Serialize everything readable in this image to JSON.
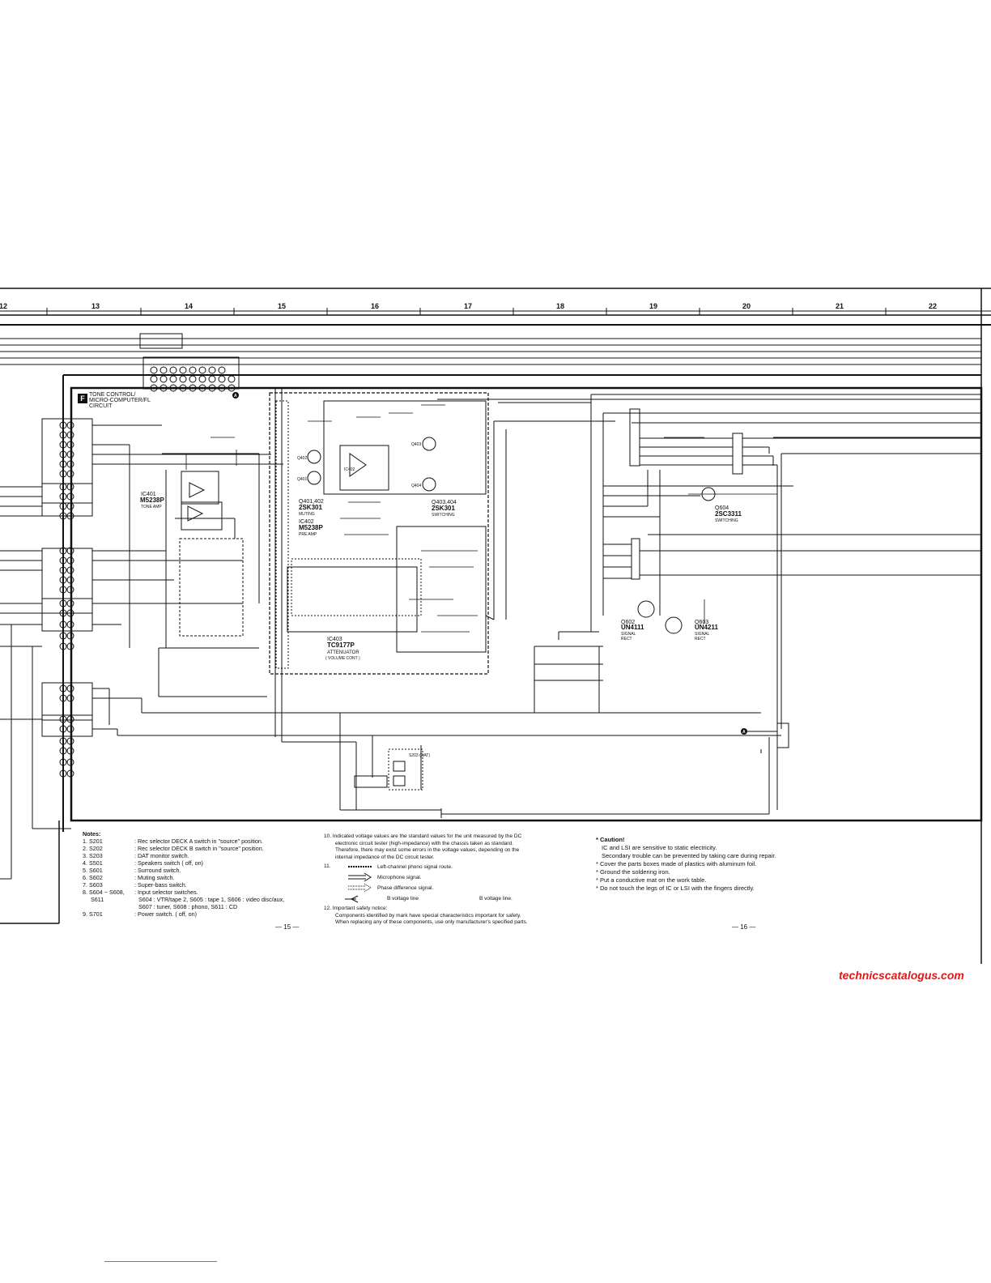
{
  "ruler": {
    "numbers": [
      "12",
      "13",
      "14",
      "15",
      "16",
      "17",
      "18",
      "19",
      "20",
      "21",
      "22"
    ]
  },
  "block": {
    "letter": "F",
    "title_line1": "TONE CONTROL/",
    "title_line2": "MICRO-COMPUTER/FL",
    "title_line3": "CIRCUIT"
  },
  "components": {
    "ic401": "IC401",
    "ic401_part": "M5238P",
    "ic401_desc": "TONE AMP",
    "q401_402": "Q401,402",
    "q401_part": "2SK301",
    "q401_desc": "MUTING",
    "ic402": "IC402",
    "ic402_part": "M5238P",
    "ic402_desc": "PRE AMP",
    "q403_404": "Q403,404",
    "q403_part": "2SK301",
    "q403_desc": "SWITCHING",
    "ic403": "IC403",
    "ic403_part": "TC9177P",
    "ic403_desc1": "ATTENUATOR",
    "ic403_desc2": "( VOLUME CONT )",
    "q604": "Q604",
    "q604_part": "2SC3311",
    "q604_desc": "SWITCHING",
    "q602": "Q602",
    "q602_part": "UN4111",
    "q602_desc1": "SIGNAL",
    "q602_desc2": "RECT",
    "q603": "Q603",
    "q603_part": "UN4211",
    "q603_desc1": "SIGNAL",
    "q603_desc2": "RECT",
    "s203": "S203 (DAT)",
    "q402_tag": "Q402",
    "q401_tag": "Q401",
    "q403_tag": "Q403",
    "q404_tag": "Q404",
    "ic402_tag": "IC402"
  },
  "notes": {
    "heading": "Notes:",
    "items": [
      {
        "key": "1. S201",
        "text": ": Rec selector DECK A switch in \"source\" position."
      },
      {
        "key": "2. S202",
        "text": ": Rec selector DECK B switch in \"source\" position."
      },
      {
        "key": "3. S203",
        "text": ": DAT monitor switch."
      },
      {
        "key": "4. S501",
        "text": ": Speakers switch (  off,   on)"
      },
      {
        "key": "5. S601",
        "text": ": Surround switch."
      },
      {
        "key": "6. S602",
        "text": ": Muting switch."
      },
      {
        "key": "7. S603",
        "text": ": Super-bass switch."
      },
      {
        "key": "8. S604 ~ S608,",
        "text": ": Input selector switches."
      },
      {
        "key": "S611",
        "text": "S604 : VTR/tape 2,  S605 : tape 1,  S606 : video disc/aux,"
      },
      {
        "key": "",
        "text": "S607 : tuner,  S608 : phono,  S611 : CD"
      },
      {
        "key": "9. S701",
        "text": ": Power switch. (  off,   on)"
      }
    ],
    "note10_l1": "10. Indicated voltage values are the standard values for the unit measured by the DC",
    "note10_l2": "electronic circuit tester (high-impedance) with the chassis taken as standard.",
    "note10_l3": "Therefore, there may exist some errors in the voltage values, depending on the",
    "note10_l4": "internal impedance of the DC circuit tester.",
    "note11": "11.",
    "sig1": "Left-channel phono signal route.",
    "sig2": "Microphone signal.",
    "sig3": "Phase difference signal.",
    "sig4a": "B voltage line",
    "sig4b": "B voltage line.",
    "note12_l1": "12. Important safety notice:",
    "note12_l2": "Components identified by      mark have special characteristics important for safety.",
    "note12_l3": "When replacing any of these components, use only manufacturer's specified parts."
  },
  "caution": {
    "title": "* Caution!",
    "l1": "IC and LSI are sensitive to static electricity.",
    "l2": "Secondary trouble can be prevented by taking care during repair.",
    "l3": "* Cover the parts boxes made of plastics with aluminum foil.",
    "l4": "* Ground the soldering iron.",
    "l5": "* Put a conductive mat on the work table.",
    "l6": "* Do not touch the legs of IC or LSI with the fingers directly."
  },
  "pages": {
    "left": "— 15 —",
    "right": "— 16 —"
  },
  "brand": "technicscatalogus.com"
}
